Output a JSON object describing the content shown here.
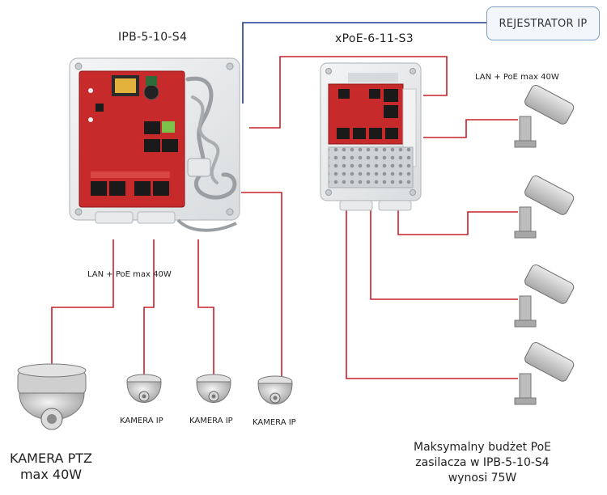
{
  "devices": {
    "left_switch_label": "IPB-5-10-S4",
    "right_switch_label": "xPoE-6-11-S3",
    "recorder_label": "REJESTRATOR IP"
  },
  "labels": {
    "lan_poe_right": "LAN + PoE max 40W",
    "lan_poe_left": "LAN + PoE max 40W",
    "ptz_line1": "KAMERA PTZ",
    "ptz_line2": "max 40W",
    "camera_ip_1": "KAMERA IP",
    "camera_ip_2": "KAMERA IP",
    "camera_ip_3": "KAMERA IP",
    "budget_line1": "Maksymalny budżet PoE",
    "budget_line2": "zasilacza  w IPB-5-10-S4",
    "budget_line3": "wynosi 75W"
  },
  "colors": {
    "poe_cable": "#c8202a",
    "network_cable": "#1f3a8f",
    "board": "#c62a2a",
    "enclosure": "#eceeef"
  }
}
